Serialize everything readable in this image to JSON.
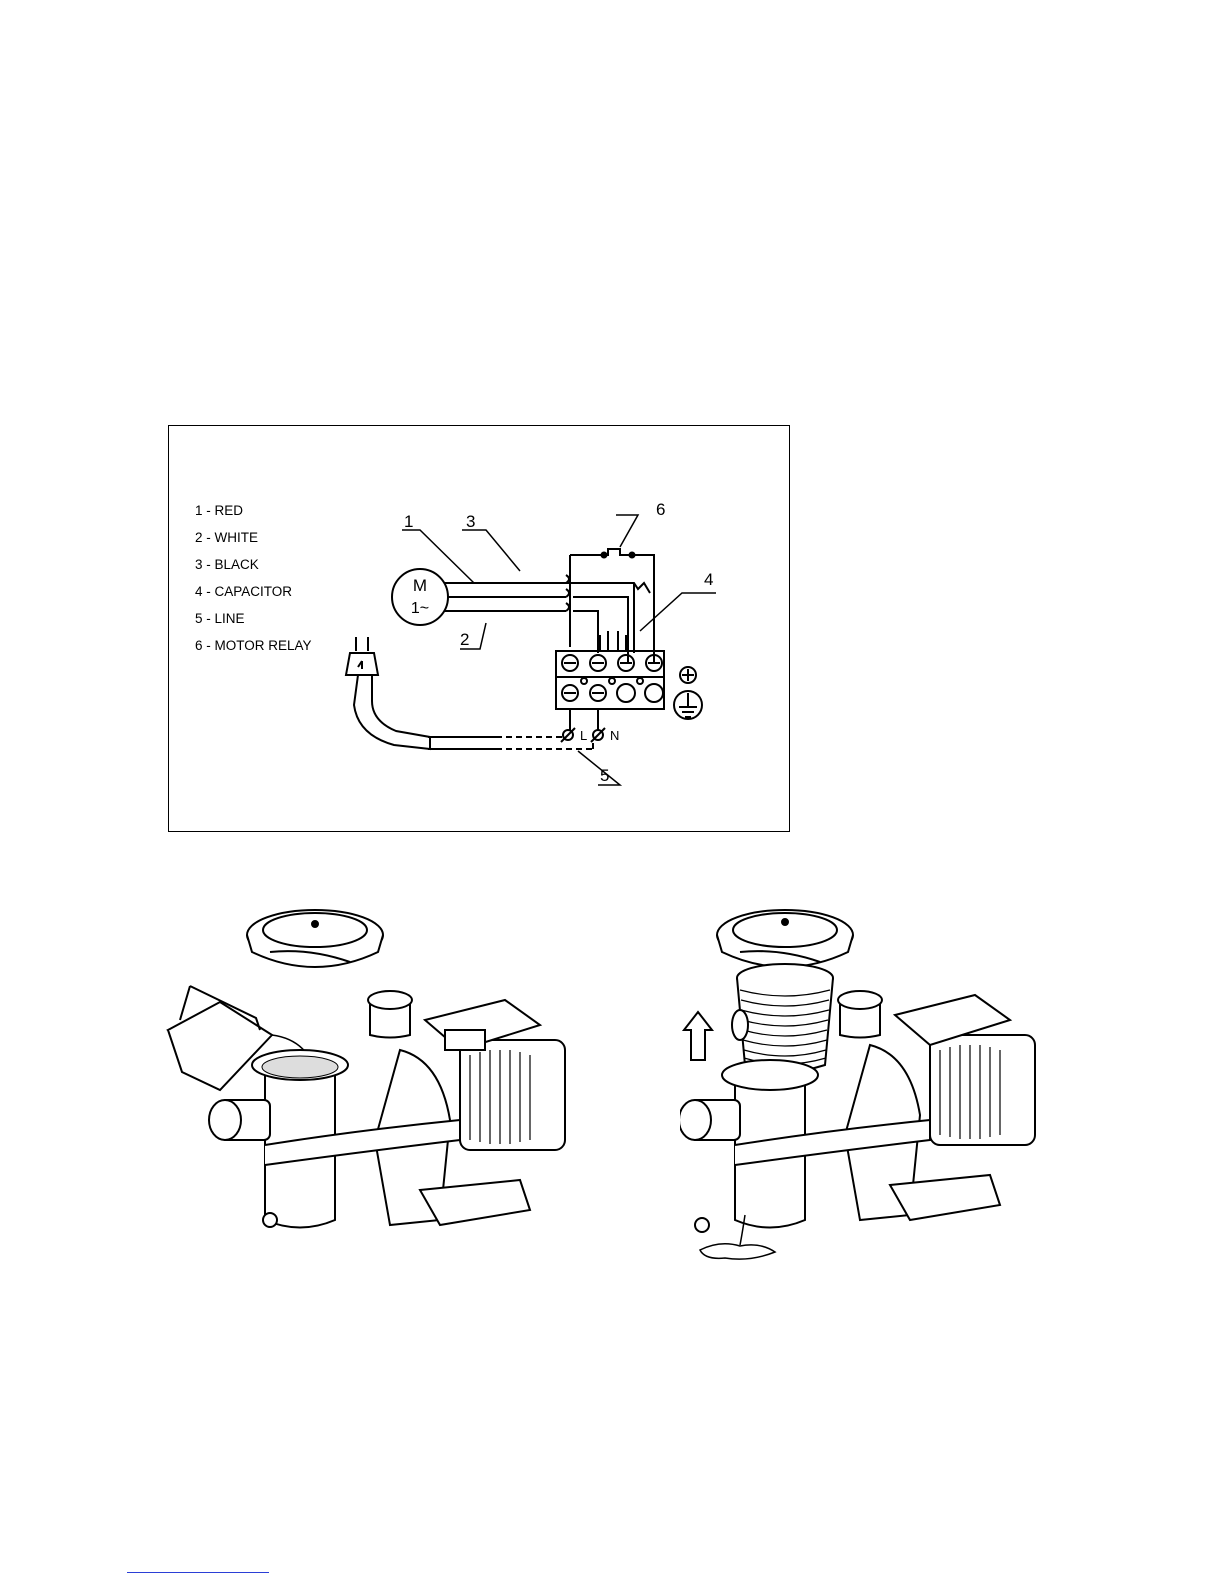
{
  "legend": [
    "1 - RED",
    "2 - WHITE",
    "3 - BLACK",
    "4 - CAPACITOR",
    "5 - LINE",
    "6 - MOTOR RELAY"
  ],
  "motor": {
    "letter": "M",
    "phase": "1~"
  },
  "callouts": [
    "1",
    "2",
    "3",
    "4",
    "5",
    "6"
  ],
  "terminals": {
    "line": "L",
    "neutral": "N"
  },
  "colors": {
    "line": "#000000",
    "link": "#2b3fd6"
  }
}
